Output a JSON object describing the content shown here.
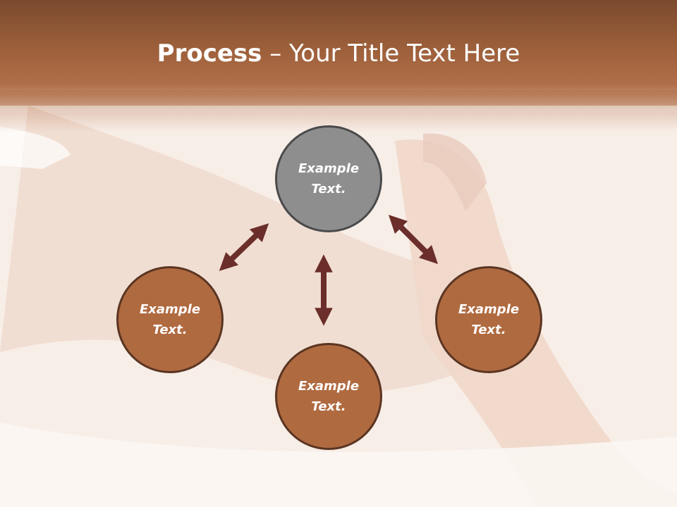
{
  "slide": {
    "title_bold": "Process",
    "title_sep": " – ",
    "title_rest": "Your Title Text Here",
    "nodes": {
      "top": "Example\nText.",
      "left": "Example\nText.",
      "right": "Example\nText.",
      "bottom": "Example\nText."
    },
    "colors": {
      "title_band": "#9c5f3a",
      "node_brown": "#b06a40",
      "node_gray": "#8e8e8e",
      "arrow": "#6b2e2a"
    }
  }
}
